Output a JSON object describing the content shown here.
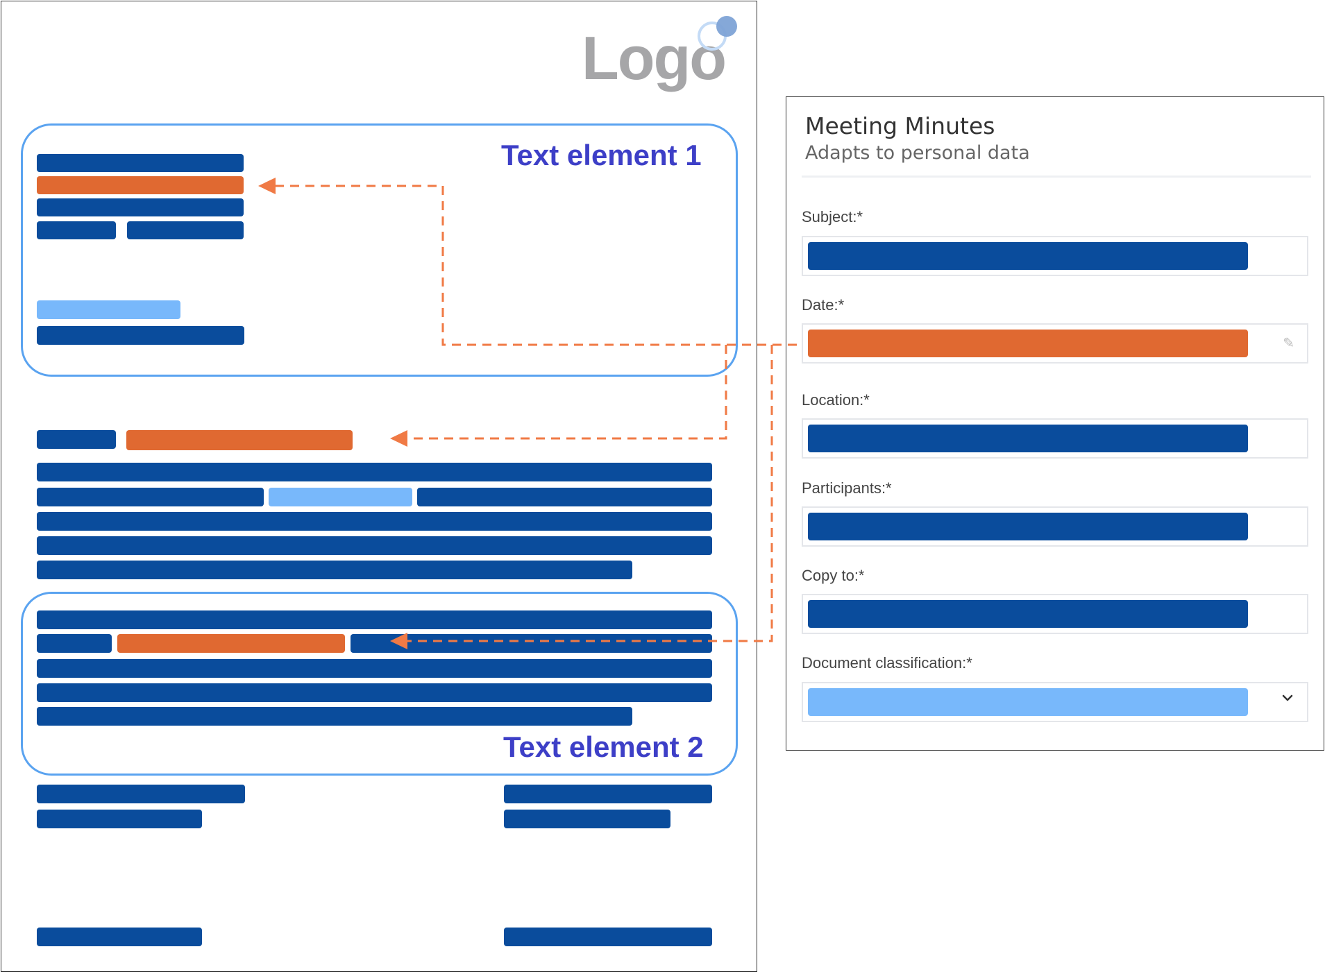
{
  "logo": {
    "text": "Logo"
  },
  "document": {
    "region_1_label": "Text element 1",
    "region_2_label": "Text element 2"
  },
  "form": {
    "title": "Meeting Minutes",
    "subtitle": "Adapts to personal data",
    "fields": [
      {
        "label": "Subject:*",
        "fill": "dark",
        "icon": ""
      },
      {
        "label": "Date:*",
        "fill": "orange",
        "icon": "pencil-icon"
      },
      {
        "label": "Location:*",
        "fill": "dark",
        "icon": ""
      },
      {
        "label": "Participants:*",
        "fill": "dark",
        "icon": ""
      },
      {
        "label": "Copy to:*",
        "fill": "dark",
        "icon": ""
      },
      {
        "label": "Document classification:*",
        "fill": "light",
        "icon": "chevron-down-icon"
      }
    ]
  },
  "colors": {
    "dark_blue": "#0a4c9c",
    "orange": "#e06931",
    "light_blue": "#78b8fb",
    "region_border": "#5aa3f0",
    "region_label": "#3d3fc7",
    "connector": "#f07a45"
  }
}
